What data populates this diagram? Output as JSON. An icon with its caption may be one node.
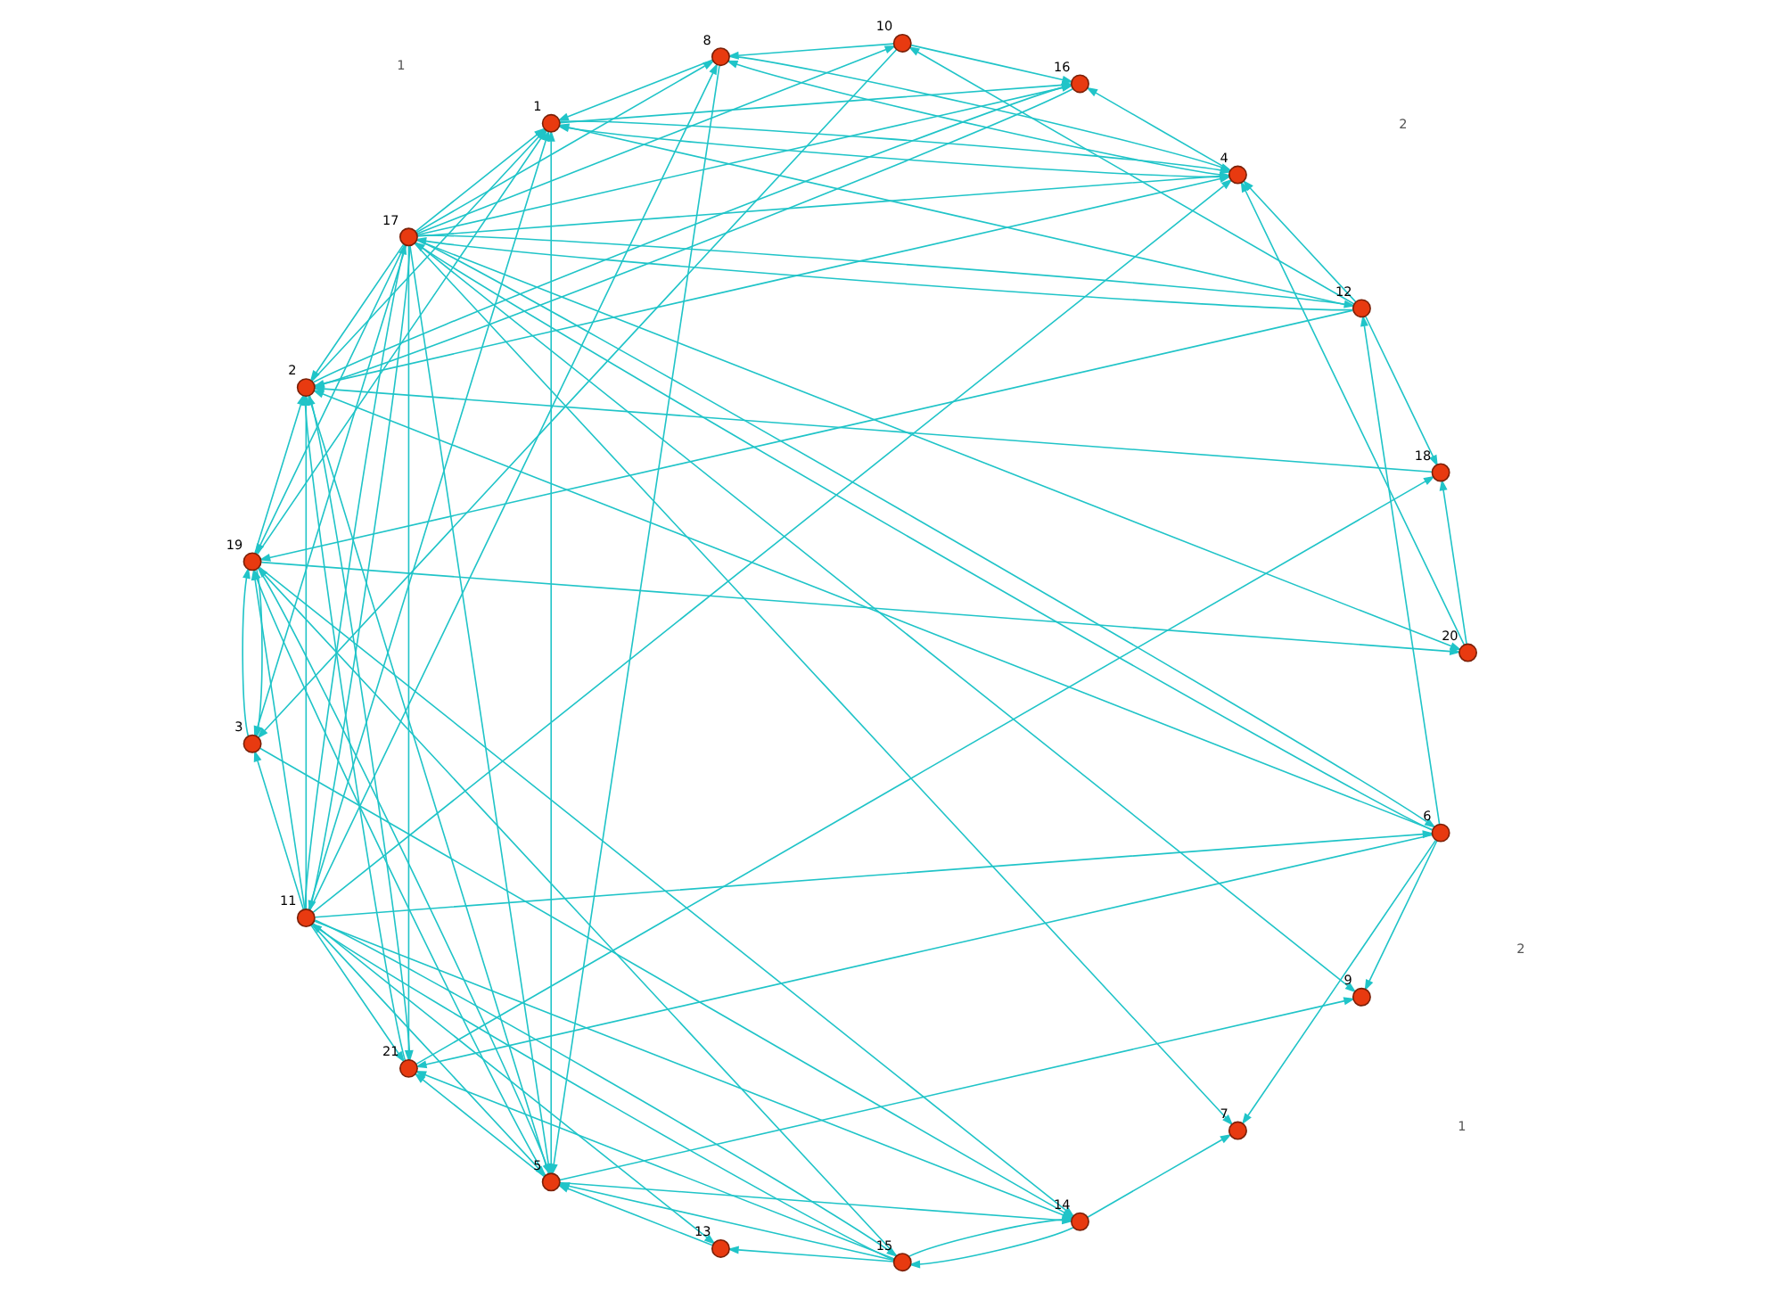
{
  "diagram": {
    "nodes": [
      {
        "text": [],
        "shape": "circle",
        "beside": [
          "1"
        ]
      },
      {
        "text": [],
        "shape": "circle",
        "beside": [
          "2"
        ]
      },
      {
        "text": [],
        "shape": "circle",
        "beside": [
          "3"
        ]
      },
      {
        "text": [],
        "shape": "circle",
        "beside": [
          "4"
        ]
      },
      {
        "text": [],
        "shape": "circle",
        "beside": [
          "5"
        ]
      },
      {
        "text": [],
        "shape": "circle",
        "beside": [
          "6"
        ]
      },
      {
        "text": [],
        "shape": "circle",
        "beside": [
          "7"
        ]
      },
      {
        "text": [],
        "shape": "circle",
        "beside": [
          "8"
        ]
      },
      {
        "text": [],
        "shape": "circle",
        "beside": [
          "9"
        ]
      },
      {
        "text": [],
        "shape": "circle",
        "beside": [
          "10"
        ]
      },
      {
        "text": [],
        "shape": "circle",
        "beside": [
          "11"
        ]
      },
      {
        "text": [],
        "shape": "circle",
        "beside": [
          "12"
        ]
      },
      {
        "text": [],
        "shape": "circle",
        "beside": [
          "13"
        ]
      },
      {
        "text": [],
        "shape": "circle",
        "beside": [
          "14"
        ]
      },
      {
        "text": [],
        "shape": "circle",
        "beside": [
          "15"
        ]
      },
      {
        "text": [],
        "shape": "circle",
        "beside": [
          "16"
        ]
      },
      {
        "text": [],
        "shape": "circle",
        "beside": [
          "17"
        ]
      },
      {
        "text": [],
        "shape": "circle",
        "beside": [
          "18"
        ]
      },
      {
        "text": [],
        "shape": "circle",
        "beside": [
          "19"
        ]
      },
      {
        "text": [],
        "shape": "circle",
        "beside": [
          "20"
        ]
      },
      {
        "text": [],
        "shape": "circle",
        "beside": [
          "21"
        ]
      }
    ],
    "edges": [
      {
        "from": 13,
        "to": 6,
        "arrow": "to"
      },
      {
        "from": 5,
        "to": 6,
        "arrow": "to"
      },
      {
        "from": 16,
        "to": 6,
        "arrow": "to"
      },
      {
        "from": 10,
        "to": 5,
        "arrow": "to"
      },
      {
        "from": 5,
        "to": 16,
        "arrow": "to"
      },
      {
        "from": 16,
        "to": 5,
        "arrow": "to"
      },
      {
        "from": 5,
        "to": 11,
        "arrow": "to"
      },
      {
        "from": 5,
        "to": 8,
        "arrow": "to"
      },
      {
        "from": 5,
        "to": 20,
        "arrow": "to"
      },
      {
        "from": 5,
        "to": 1,
        "arrow": "to"
      },
      {
        "from": 10,
        "to": 13,
        "arrow": "to"
      },
      {
        "from": 14,
        "to": 13,
        "arrow": "to"
      },
      {
        "from": 13,
        "to": 14,
        "arrow": "to"
      },
      {
        "from": 2,
        "to": 13,
        "arrow": "to"
      },
      {
        "from": 18,
        "to": 13,
        "arrow": "to"
      },
      {
        "from": 4,
        "to": 13,
        "arrow": "to"
      },
      {
        "from": 10,
        "to": 14,
        "arrow": "to"
      },
      {
        "from": 14,
        "to": 10,
        "arrow": "to"
      },
      {
        "from": 14,
        "to": 12,
        "arrow": "to"
      },
      {
        "from": 10,
        "to": 12,
        "arrow": "to"
      },
      {
        "from": 12,
        "to": 4,
        "arrow": "to"
      },
      {
        "from": 10,
        "to": 2,
        "arrow": "to"
      },
      {
        "from": 16,
        "to": 2,
        "arrow": "to"
      },
      {
        "from": 2,
        "to": 18,
        "arrow": "to"
      },
      {
        "from": 18,
        "to": 2,
        "arrow": "to"
      },
      {
        "from": 14,
        "to": 18,
        "arrow": "to"
      },
      {
        "from": 14,
        "to": 4,
        "arrow": "to"
      },
      {
        "from": 10,
        "to": 18,
        "arrow": "to"
      },
      {
        "from": 10,
        "to": 4,
        "arrow": "to"
      },
      {
        "from": 16,
        "to": 18,
        "arrow": "to"
      },
      {
        "from": 16,
        "to": 4,
        "arrow": "to"
      },
      {
        "from": 18,
        "to": 4,
        "arrow": "to"
      },
      {
        "from": 4,
        "to": 18,
        "arrow": "to"
      },
      {
        "from": 11,
        "to": 18,
        "arrow": "to"
      },
      {
        "from": 4,
        "to": 8,
        "arrow": "to"
      },
      {
        "from": 4,
        "to": 20,
        "arrow": "to"
      },
      {
        "from": 18,
        "to": 19,
        "arrow": "to"
      },
      {
        "from": 18,
        "to": 1,
        "arrow": "to"
      },
      {
        "from": 4,
        "to": 1,
        "arrow": "to"
      },
      {
        "from": 16,
        "to": 11,
        "arrow": "to"
      },
      {
        "from": 11,
        "to": 16,
        "arrow": "to"
      },
      {
        "from": 16,
        "to": 8,
        "arrow": "to"
      },
      {
        "from": 16,
        "to": 20,
        "arrow": "to"
      },
      {
        "from": 10,
        "to": 20,
        "arrow": "to"
      },
      {
        "from": 14,
        "to": 20,
        "arrow": "to"
      },
      {
        "from": 10,
        "to": 16,
        "arrow": "to"
      },
      {
        "from": 16,
        "to": 10,
        "arrow": "to"
      },
      {
        "from": 20,
        "to": 17,
        "arrow": "to"
      },
      {
        "from": 11,
        "to": 17,
        "arrow": "to"
      },
      {
        "from": 17,
        "to": 1,
        "arrow": "to"
      },
      {
        "from": 19,
        "to": 17,
        "arrow": "to"
      },
      {
        "from": 20,
        "to": 1,
        "arrow": "to"
      },
      {
        "from": 1,
        "to": 20,
        "arrow": "to"
      },
      {
        "from": 16,
        "to": 19,
        "arrow": "to"
      },
      {
        "from": 16,
        "to": 1,
        "arrow": "to"
      },
      {
        "from": 10,
        "to": 1,
        "arrow": "to"
      },
      {
        "from": 10,
        "to": 7,
        "arrow": "to"
      },
      {
        "from": 16,
        "to": 7,
        "arrow": "to"
      },
      {
        "from": 16,
        "to": 15,
        "arrow": "to"
      },
      {
        "from": 16,
        "to": 3,
        "arrow": "to"
      },
      {
        "from": 16,
        "to": 0,
        "arrow": "to"
      },
      {
        "from": 16,
        "to": 9,
        "arrow": "to"
      },
      {
        "from": 11,
        "to": 0,
        "arrow": "to"
      },
      {
        "from": 11,
        "to": 3,
        "arrow": "to"
      },
      {
        "from": 11,
        "to": 9,
        "arrow": "to"
      },
      {
        "from": 10,
        "to": 0,
        "arrow": "to"
      },
      {
        "from": 10,
        "to": 3,
        "arrow": "to"
      },
      {
        "from": 18,
        "to": 0,
        "arrow": "to"
      },
      {
        "from": 4,
        "to": 0,
        "arrow": "to"
      },
      {
        "from": 0,
        "to": 3,
        "arrow": "to"
      },
      {
        "from": 3,
        "to": 0,
        "arrow": "to"
      },
      {
        "from": 1,
        "to": 0,
        "arrow": "to"
      },
      {
        "from": 1,
        "to": 3,
        "arrow": "to"
      },
      {
        "from": 7,
        "to": 0,
        "arrow": "to"
      },
      {
        "from": 7,
        "to": 3,
        "arrow": "to"
      },
      {
        "from": 9,
        "to": 7,
        "arrow": "to"
      },
      {
        "from": 3,
        "to": 7,
        "arrow": "to"
      },
      {
        "from": 9,
        "to": 2,
        "arrow": "to"
      },
      {
        "from": 9,
        "to": 15,
        "arrow": "to"
      },
      {
        "from": 3,
        "to": 15,
        "arrow": "to"
      },
      {
        "from": 0,
        "to": 15,
        "arrow": "to"
      },
      {
        "from": 15,
        "to": 1,
        "arrow": "to"
      },
      {
        "from": 1,
        "to": 15,
        "arrow": "to"
      },
      {
        "from": 19,
        "to": 3,
        "arrow": "to"
      },
      {
        "from": 7,
        "to": 4,
        "arrow": "to"
      }
    ],
    "labels": [
      "2",
      "1",
      "1",
      "2"
    ]
  }
}
